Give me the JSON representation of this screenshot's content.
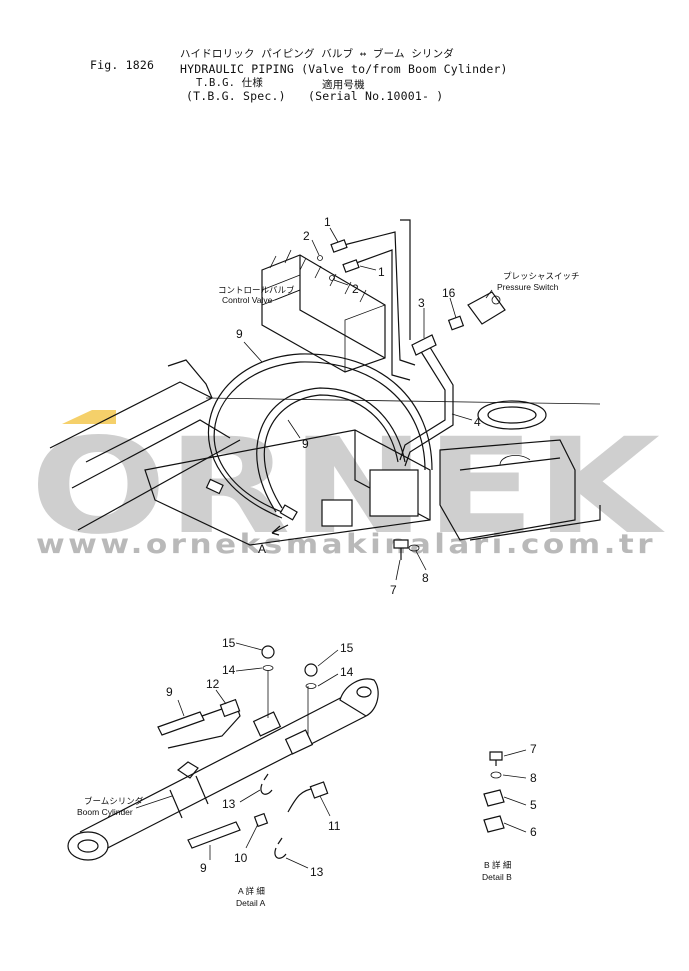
{
  "header": {
    "fig": "Fig. 1826",
    "jp_title": "ハイドロリック パイピング バルブ ↔ ブーム シリンダ",
    "title": "HYDRAULIC PIPING (Valve to/from Boom Cylinder)",
    "spec_jp": "T.B.G. 仕様",
    "serial_jp": "適用号機",
    "spec": "(T.B.G. Spec.)",
    "serial": "(Serial No.10001- )"
  },
  "labels": {
    "control_valve_jp": "コントロールバルブ",
    "control_valve": "Control Valve",
    "pressure_switch_jp": "プレッシャスイッチ",
    "pressure_switch": "Pressure Switch",
    "boom_cylinder_jp": "ブームシリンダ",
    "boom_cylinder": "Boom Cylinder",
    "arrow_a": "A",
    "detail_a_jp": "A 詳 細",
    "detail_a": "Detail A",
    "detail_b_jp": "B 詳 細",
    "detail_b": "Detail B"
  },
  "callouts": {
    "top": [
      "1",
      "2",
      "2",
      "1",
      "3",
      "16",
      "9",
      "9",
      "4",
      "7",
      "8"
    ],
    "detail_a": [
      "15",
      "14",
      "15",
      "14",
      "9",
      "12",
      "13",
      "9",
      "10",
      "11",
      "13"
    ],
    "detail_b": [
      "7",
      "8",
      "5",
      "6"
    ]
  },
  "watermark": {
    "brand": "ORNEK",
    "url": "www.orneksmakinalari.com.tr",
    "accent_color": "#f5d06a"
  }
}
